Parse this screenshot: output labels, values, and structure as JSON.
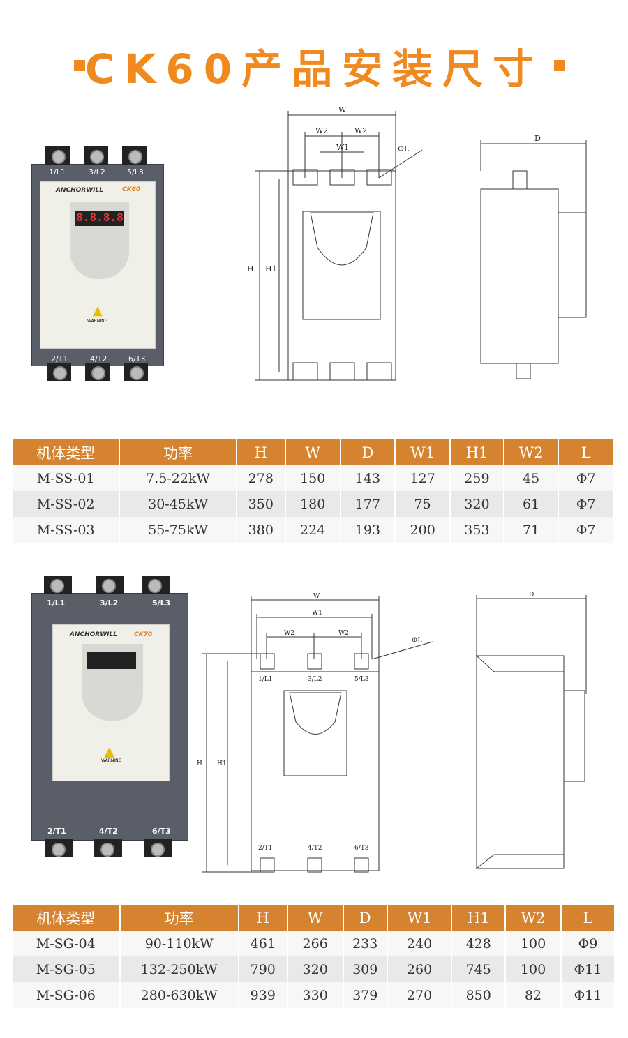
{
  "title": "CK60产品安装尺寸",
  "device": {
    "brand": "ANCHORWILL",
    "model1": "CK60",
    "model2": "CK70",
    "display": "8.8.8.8",
    "warning": "WARNING",
    "top_terminals": [
      "1/L1",
      "3/L2",
      "5/L3"
    ],
    "bottom_terminals": [
      "2/T1",
      "4/T2",
      "6/T3"
    ]
  },
  "drawing_labels": {
    "W": "W",
    "W1": "W1",
    "W2": "W2",
    "H": "H",
    "H1": "H1",
    "D": "D",
    "L": "ΦL"
  },
  "table1": {
    "headers": [
      "机体类型",
      "功率",
      "H",
      "W",
      "D",
      "W1",
      "H1",
      "W2",
      "L"
    ],
    "rows": [
      [
        "M-SS-01",
        "7.5-22kW",
        "278",
        "150",
        "143",
        "127",
        "259",
        "45",
        "Φ7"
      ],
      [
        "M-SS-02",
        "30-45kW",
        "350",
        "180",
        "177",
        "75",
        "320",
        "61",
        "Φ7"
      ],
      [
        "M-SS-03",
        "55-75kW",
        "380",
        "224",
        "193",
        "200",
        "353",
        "71",
        "Φ7"
      ]
    ]
  },
  "table2": {
    "headers": [
      "机体类型",
      "功率",
      "H",
      "W",
      "D",
      "W1",
      "H1",
      "W2",
      "L"
    ],
    "rows": [
      [
        "M-SG-04",
        "90-110kW",
        "461",
        "266",
        "233",
        "240",
        "428",
        "100",
        "Φ9"
      ],
      [
        "M-SG-05",
        "132-250kW",
        "790",
        "320",
        "309",
        "260",
        "745",
        "100",
        "Φ11"
      ],
      [
        "M-SG-06",
        "280-630kW",
        "939",
        "330",
        "379",
        "270",
        "850",
        "82",
        "Φ11"
      ]
    ]
  },
  "colors": {
    "accent": "#f08a1e",
    "header": "#d5832e"
  }
}
